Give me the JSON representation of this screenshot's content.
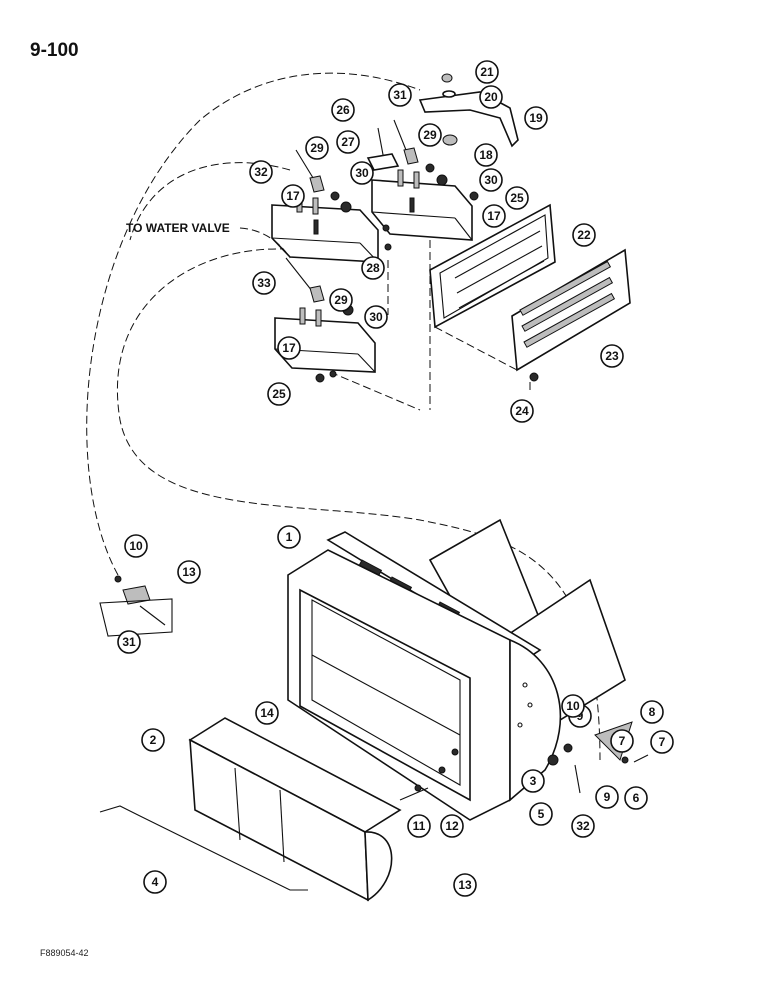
{
  "page_number": "9-100",
  "figure_code": "F889054-42",
  "note_label": "TO WATER VALVE",
  "callouts": [
    "1",
    "2",
    "3",
    "4",
    "5",
    "6",
    "7",
    "7",
    "8",
    "9",
    "9",
    "10",
    "10",
    "11",
    "12",
    "13",
    "13",
    "14",
    "17",
    "17",
    "17",
    "18",
    "19",
    "20",
    "21",
    "22",
    "23",
    "24",
    "25",
    "25",
    "26",
    "27",
    "28",
    "29",
    "29",
    "29",
    "30",
    "30",
    "30",
    "31",
    "31",
    "32",
    "32",
    "33"
  ]
}
